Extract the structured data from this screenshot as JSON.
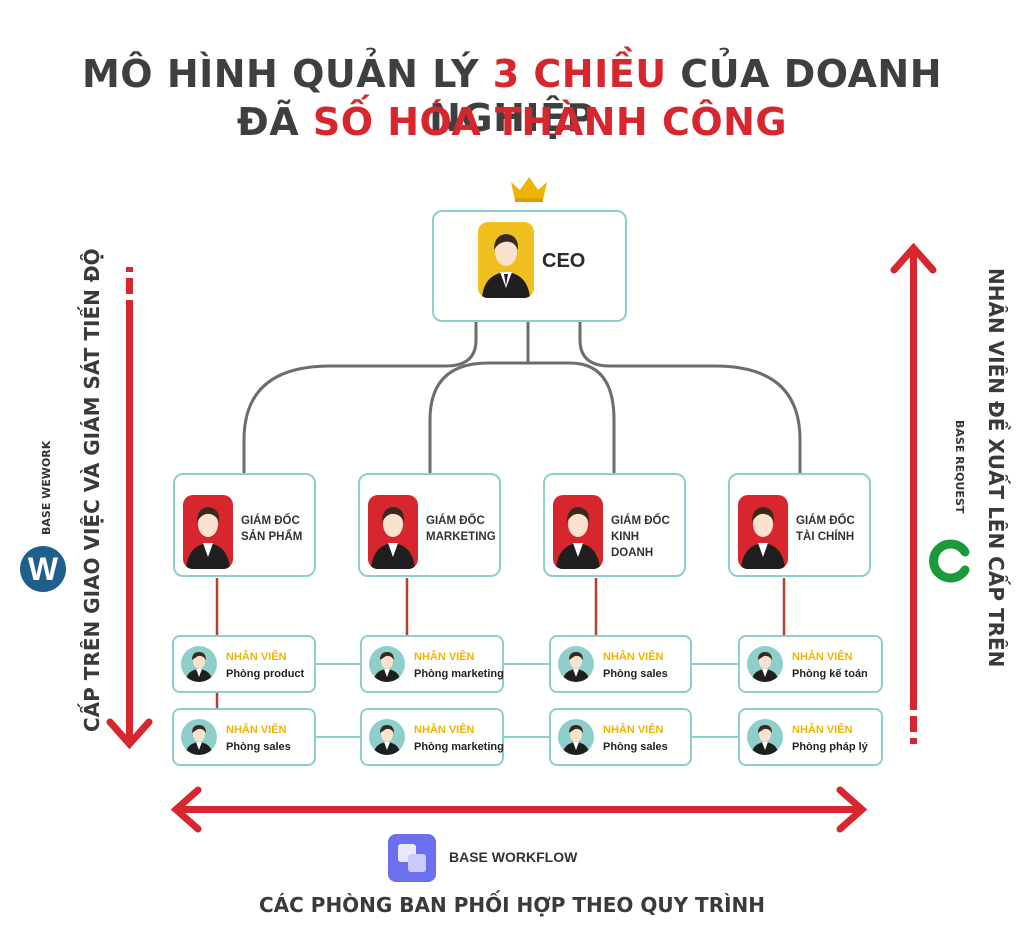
{
  "title": {
    "line1_pre": "MÔ HÌNH QUẢN LÝ ",
    "line1_red": "3 CHIỀU",
    "line1_post": " CỦA DOANH NGHIỆP",
    "line2_pre": "ĐÃ ",
    "line2_red": "SỐ HÓA THÀNH CÔNG"
  },
  "ceo": {
    "label": "CEO"
  },
  "directors": [
    {
      "line1": "GIÁM ĐỐC",
      "line2": "SẢN PHẨM"
    },
    {
      "line1": "GIÁM ĐỐC",
      "line2": "MARKETING"
    },
    {
      "line1": "GIÁM ĐỐC",
      "line2": "KINH DOANH"
    },
    {
      "line1": "GIÁM ĐỐC",
      "line2": "TÀI CHÍNH"
    }
  ],
  "employees_row1": [
    {
      "title": "NHÂN VIÊN",
      "dept": "Phòng product"
    },
    {
      "title": "NHÂN VIÊN",
      "dept": "Phòng marketing"
    },
    {
      "title": "NHÂN VIÊN",
      "dept": "Phòng sales"
    },
    {
      "title": "NHÂN VIÊN",
      "dept": "Phòng kế toán"
    }
  ],
  "employees_row2": [
    {
      "title": "NHÂN VIÊN",
      "dept": "Phòng sales"
    },
    {
      "title": "NHÂN VIÊN",
      "dept": "Phòng marketing"
    },
    {
      "title": "NHÂN VIÊN",
      "dept": "Phòng sales"
    },
    {
      "title": "NHÂN VIÊN",
      "dept": "Phòng pháp lý"
    }
  ],
  "left_axis": {
    "text": "CẤP TRÊN GIAO VIỆC VÀ GIÁM SÁT TIẾN ĐỘ",
    "product": "BASE WEWORK",
    "logo_letter": "W"
  },
  "right_axis": {
    "text": "NHÂN VIÊN ĐỀ XUẤT LÊN CẤP TRÊN",
    "product": "BASE REQUEST"
  },
  "bottom_axis": {
    "product": "BASE WORKFLOW",
    "text": "CÁC PHÒNG BAN PHỐI HỢP THEO QUY TRÌNH"
  },
  "colors": {
    "red": "#d7262d",
    "teal": "#8fcfcb",
    "gold": "#f0b400",
    "text": "#3a3a3a"
  }
}
